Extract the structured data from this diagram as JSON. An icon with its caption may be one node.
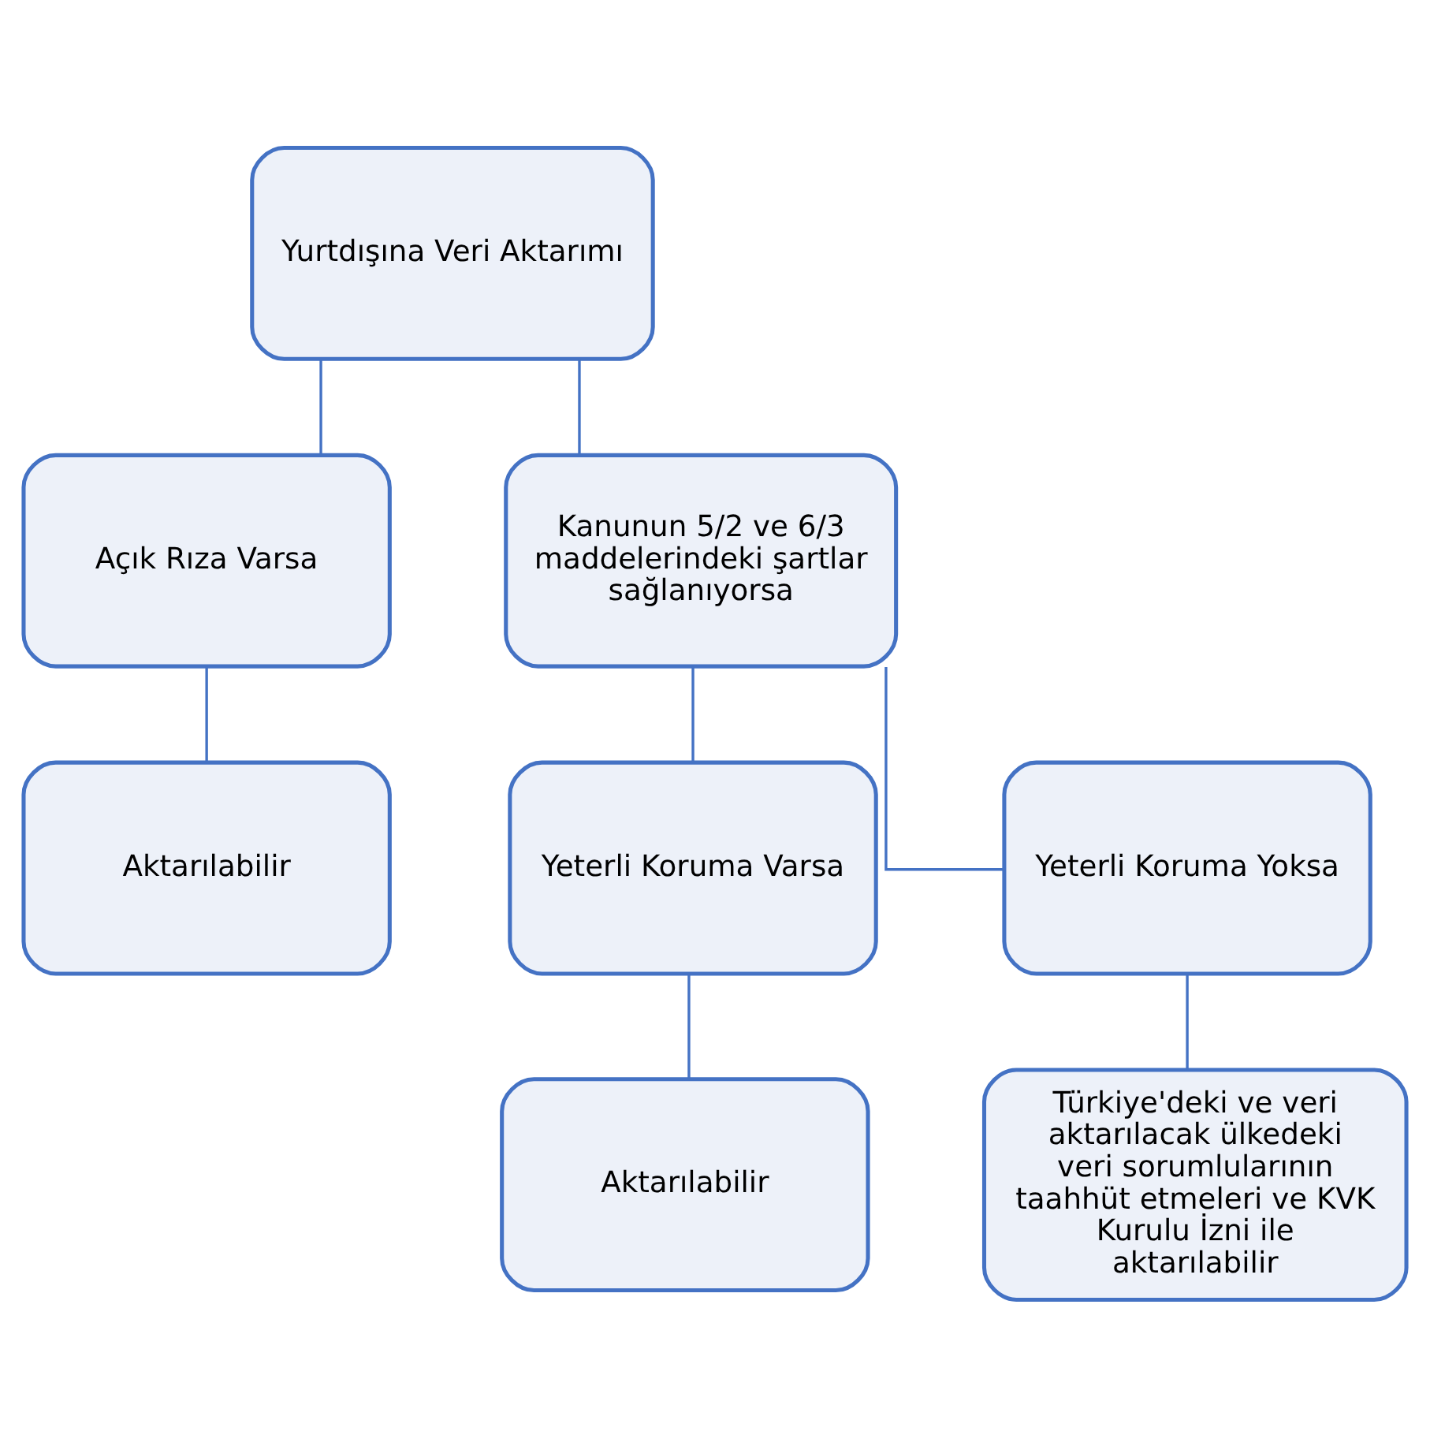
{
  "diagram": {
    "nodes": [
      {
        "text": [
          "Yurtdışına Veri Aktarımı"
        ]
      },
      {
        "text": [
          "Açık Rıza Varsa"
        ]
      },
      {
        "text": [
          "Kanunun 5/2 ve 6/3 maddelerindeki şartlar sağlanıyorsa"
        ]
      },
      {
        "text": [
          "Aktarılabilir"
        ]
      },
      {
        "text": [
          "Yeterli Koruma Varsa"
        ]
      },
      {
        "text": [
          "Yeterli Koruma Yoksa"
        ]
      },
      {
        "text": [
          "Aktarılabilir"
        ]
      },
      {
        "text": [
          "Türkiye'deki ve veri aktarılacak ülkedeki veri sorumlularının taahhüt etmeleri ve KVK Kurulu İzni ile aktarılabilir"
        ]
      }
    ],
    "edges": [
      {
        "from": 0,
        "to": 1,
        "arrow": "none"
      },
      {
        "from": 0,
        "to": 2,
        "arrow": "none"
      },
      {
        "from": 1,
        "to": 3,
        "arrow": "none"
      },
      {
        "from": 2,
        "to": 4,
        "arrow": "none"
      },
      {
        "from": 2,
        "to": 5,
        "arrow": "none"
      },
      {
        "from": 4,
        "to": 6,
        "arrow": "none"
      },
      {
        "from": 5,
        "to": 7,
        "arrow": "none"
      }
    ]
  }
}
